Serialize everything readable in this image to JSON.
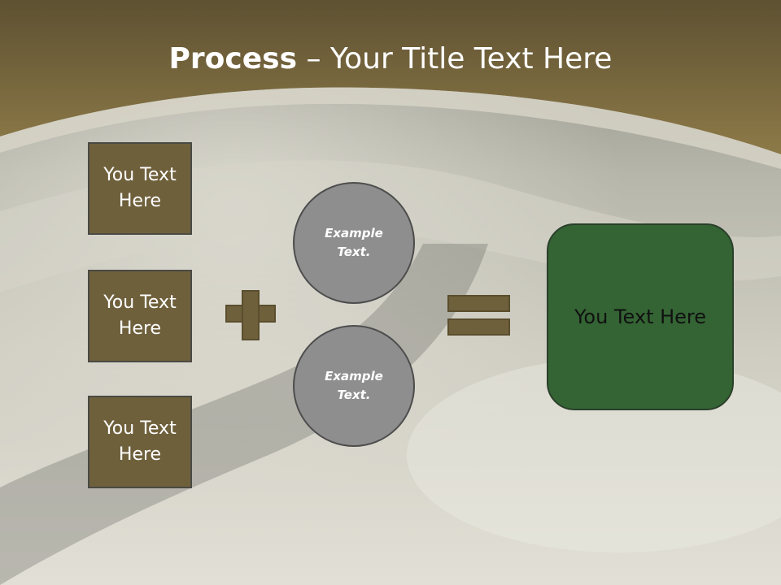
{
  "title": {
    "bold": "Process",
    "rest": " – Your Title Text Here"
  },
  "left_boxes": [
    {
      "label": "You Text Here"
    },
    {
      "label": "You Text Here"
    },
    {
      "label": "You Text Here"
    }
  ],
  "circles": [
    {
      "label": "Example Text."
    },
    {
      "label": "Example Text."
    }
  ],
  "result": {
    "label": "You Text Here"
  },
  "colors": {
    "header_brown": "#7d6a3e",
    "box_brown": "#6f603c",
    "circle_gray": "#8e8e8e",
    "result_green": "#346434"
  }
}
